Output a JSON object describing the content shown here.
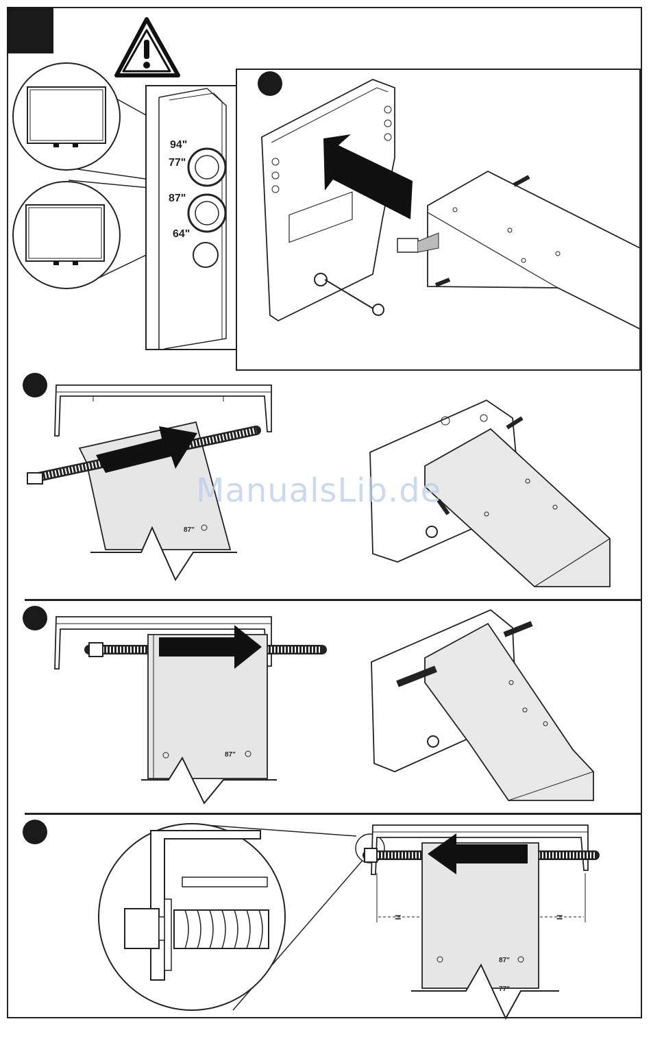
{
  "watermark": "ManualsLib.de",
  "size_labels": {
    "l94": "94\"",
    "l77": "77\"",
    "l87": "87\"",
    "l64": "64\""
  },
  "spacing_symbol": "=",
  "icons": [
    "warning-triangle-icon",
    "arrow-icon",
    "bolt-icon",
    "magnifier-callout"
  ]
}
